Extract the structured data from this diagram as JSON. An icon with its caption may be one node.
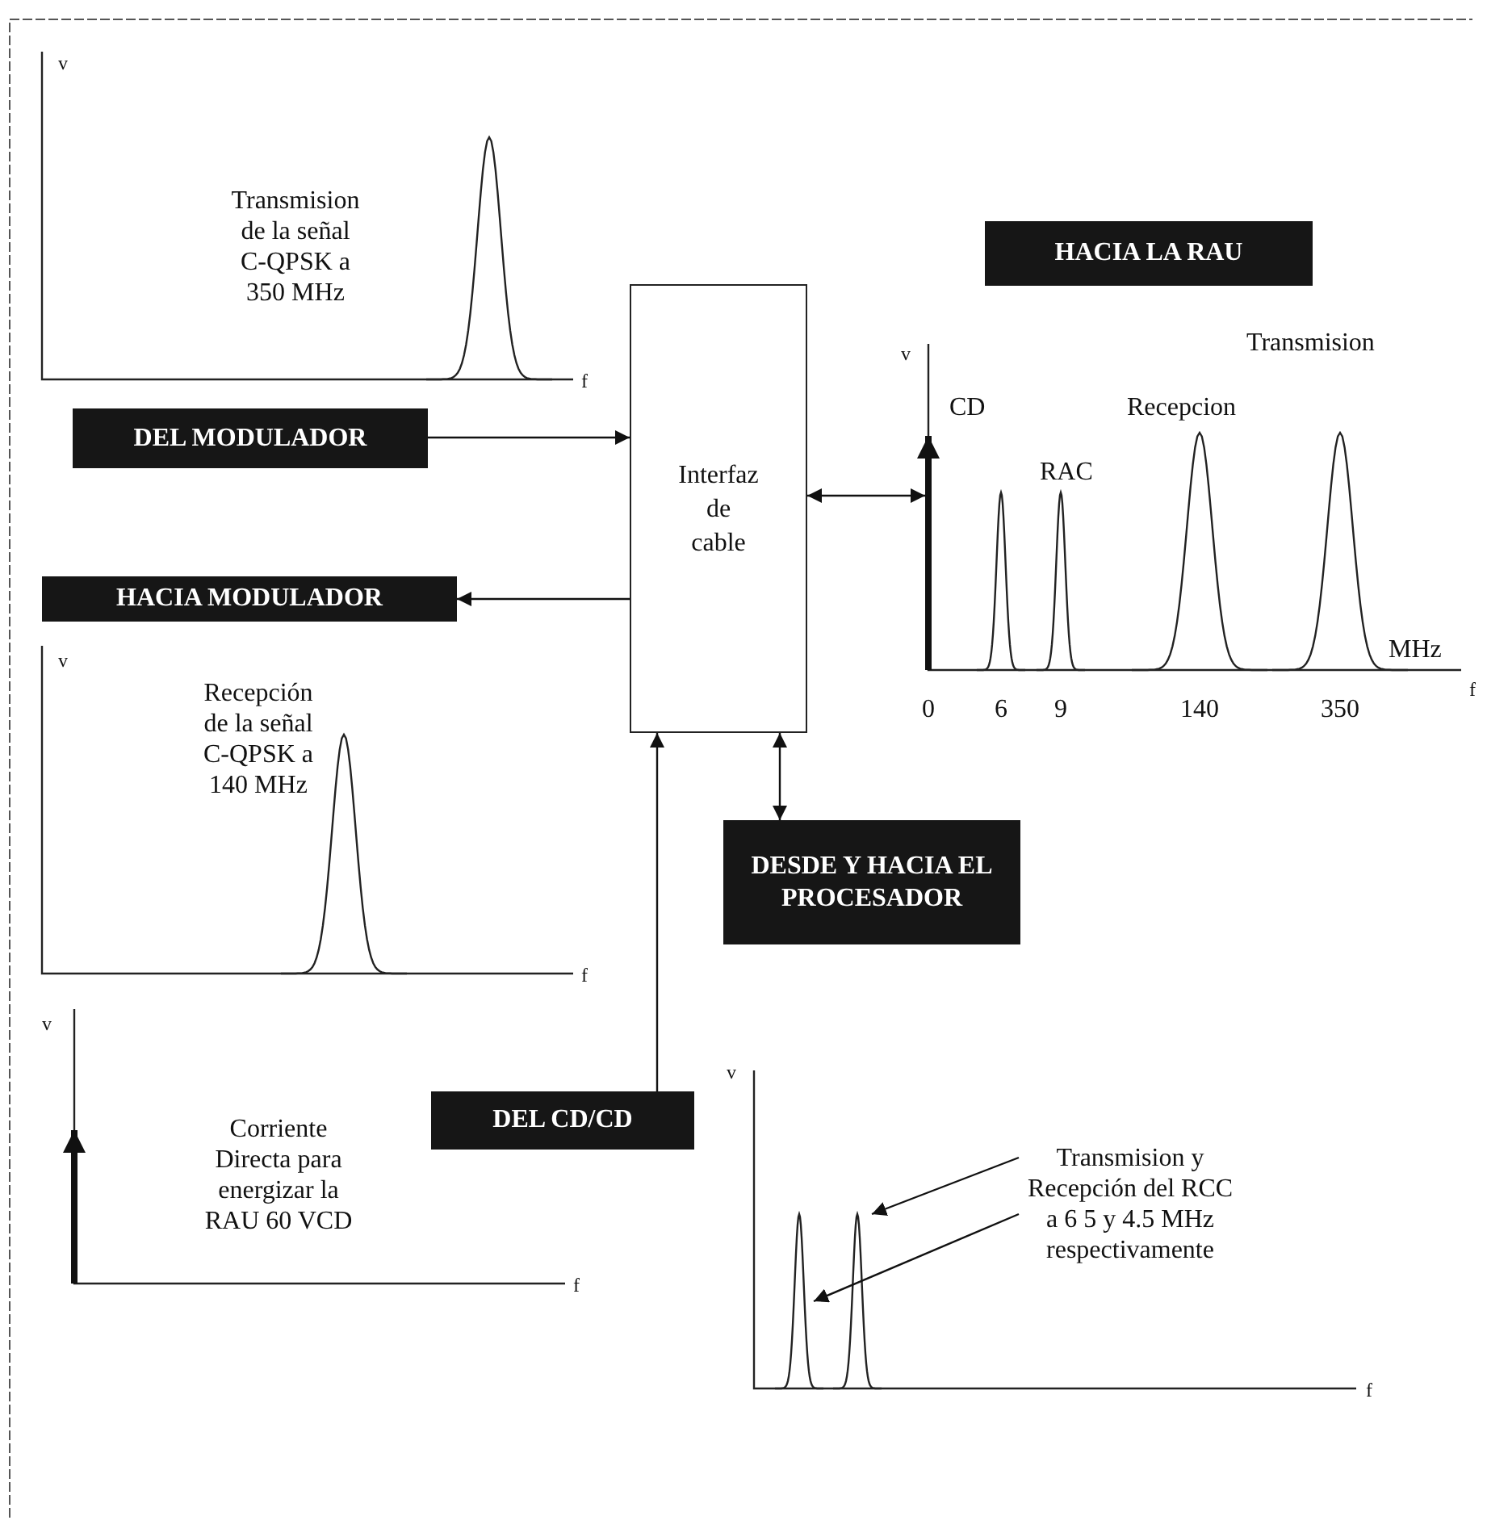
{
  "diagram": {
    "nodes": [
      {
        "text": [
          "Interfaz de cable"
        ]
      },
      {
        "text": [
          "DEL MODULADOR"
        ]
      },
      {
        "text": [
          "HACIA MODULADOR"
        ]
      },
      {
        "text": [
          "HACIA LA RAU"
        ]
      },
      {
        "text": [],
        "shape": "picture"
      },
      {
        "text": [
          "DESDE Y HACIA EL PROCESADOR"
        ]
      },
      {
        "text": [
          "DEL CD/CD"
        ]
      },
      {
        "text": [
          "Transmision y Recepción del RCC a 6 5 y 4.5 MHz respectivamente"
        ]
      },
      {
        "text": [],
        "shape": "curve"
      },
      {
        "text": [],
        "shape": "curve"
      }
    ],
    "edges": [
      {
        "from": 1,
        "to": 0,
        "arrow": "to"
      },
      {
        "from": 0,
        "to": 2,
        "arrow": "to"
      },
      {
        "from": 0,
        "to": 4,
        "arrow": "both"
      },
      {
        "from": 0,
        "to": 5,
        "arrow": "both"
      },
      {
        "from": 6,
        "to": 0,
        "arrow": "to"
      },
      {
        "from": 7,
        "to": 9,
        "arrow": "to"
      },
      {
        "from": 7,
        "to": 8,
        "arrow": "to"
      }
    ],
    "labels": [
      "v",
      "Transmision de la señal C-QPSK a 350 MHz",
      "f",
      "v",
      "Transmision",
      "CD",
      "Recepcion",
      "RAC",
      "MHz",
      "f",
      "0",
      "6",
      "9",
      "140",
      "350",
      "v",
      "Recepción de la señal C-QPSK a 140 MHz",
      "f",
      "v",
      "Corriente Directa para energizar la RAU 60 VCD",
      "f",
      "v",
      "f"
    ]
  }
}
